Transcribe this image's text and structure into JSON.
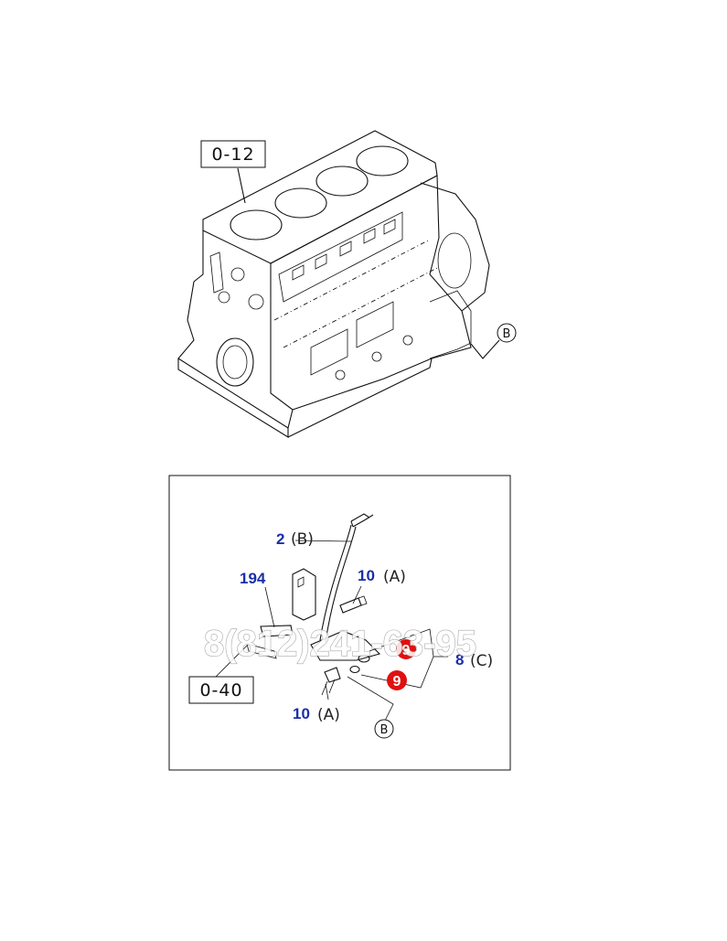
{
  "top_view": {
    "ref_label": "0-12",
    "circle_label": "B"
  },
  "detail_view": {
    "part_2": {
      "number": "2",
      "sub": "(B)"
    },
    "part_194": {
      "number": "194"
    },
    "part_10_top": {
      "number": "10",
      "sub": "(A)"
    },
    "part_8": {
      "number": "8",
      "sub": "(C)"
    },
    "part_9_upper": {
      "number": "9"
    },
    "part_9_lower": {
      "number": "9"
    },
    "part_10_bottom": {
      "number": "10",
      "sub": "(A)"
    },
    "ref_label": "0-40",
    "circle_label": "B"
  },
  "watermark": "8(812)241-63-95",
  "colors": {
    "part_number": "#1a2fa8",
    "badge": "#e01010"
  }
}
